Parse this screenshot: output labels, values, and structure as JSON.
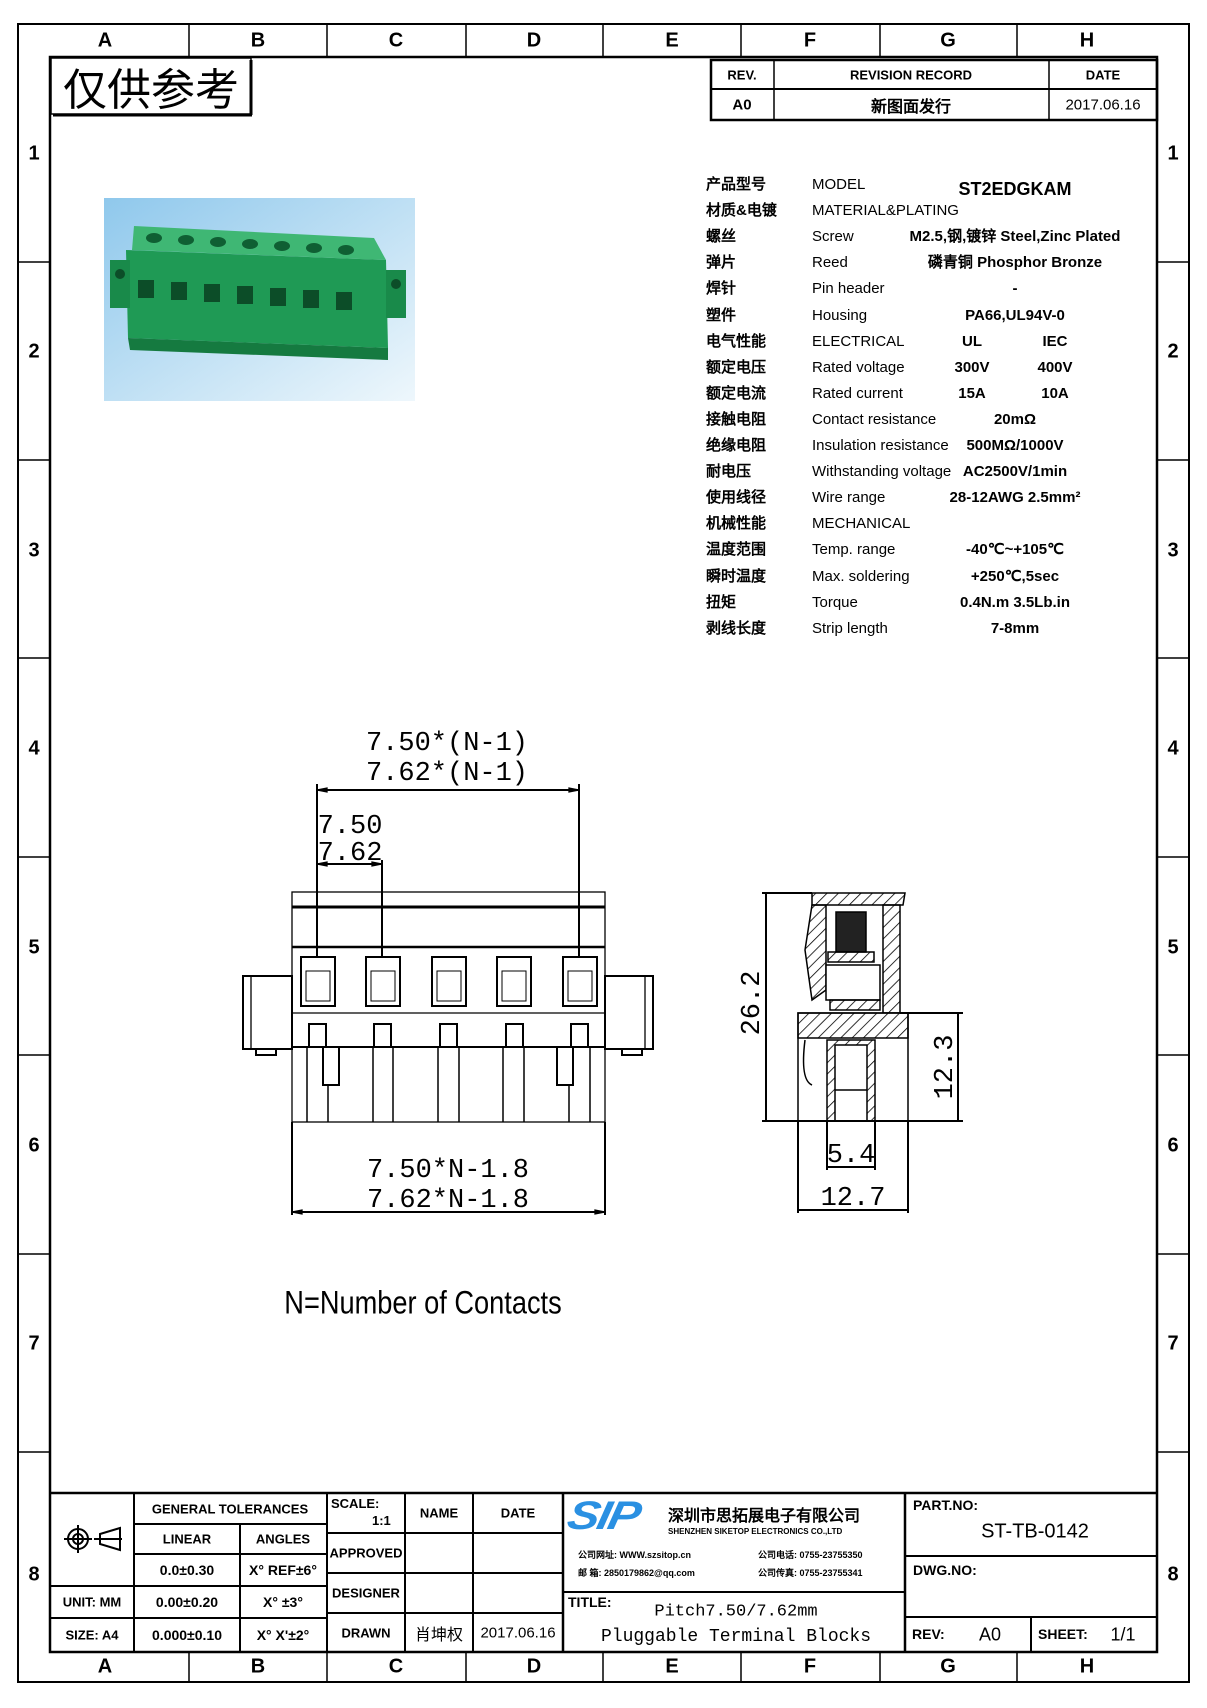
{
  "frame": {
    "columns": [
      "A",
      "B",
      "C",
      "D",
      "E",
      "F",
      "G",
      "H"
    ],
    "rows": [
      "1",
      "2",
      "3",
      "4",
      "5",
      "6",
      "7",
      "8"
    ]
  },
  "stamp": "仅供参考",
  "revision": {
    "headers": {
      "rev": "REV.",
      "record": "REVISION RECORD",
      "date": "DATE"
    },
    "entry": {
      "rev": "A0",
      "record": "新图面发行",
      "date": "2017.06.16"
    }
  },
  "specs": [
    {
      "cn": "产品型号",
      "en": "MODEL",
      "value": "ST2EDGKAM"
    },
    {
      "cn": "材质&电镀",
      "en": "MATERIAL&PLATING",
      "value": ""
    },
    {
      "cn": "螺丝",
      "en": "Screw",
      "value": "M2.5,钢,镀锌 Steel,Zinc Plated"
    },
    {
      "cn": "弹片",
      "en": "Reed",
      "value": "磷青铜 Phosphor Bronze"
    },
    {
      "cn": "焊针",
      "en": "Pin header",
      "value": "-"
    },
    {
      "cn": "塑件",
      "en": "Housing",
      "value": "PA66,UL94V-0"
    },
    {
      "cn": "电气性能",
      "en": "ELECTRICAL",
      "ul": "UL",
      "iec": "IEC"
    },
    {
      "cn": "额定电压",
      "en": "Rated voltage",
      "ul": "300V",
      "iec": "400V"
    },
    {
      "cn": "额定电流",
      "en": "Rated current",
      "ul": "15A",
      "iec": "10A"
    },
    {
      "cn": "接触电阻",
      "en": "Contact resistance",
      "value": "20mΩ"
    },
    {
      "cn": "绝缘电阻",
      "en": "Insulation resistance",
      "value": "500MΩ/1000V"
    },
    {
      "cn": "耐电压",
      "en": "Withstanding voltage",
      "value": "AC2500V/1min"
    },
    {
      "cn": "使用线径",
      "en": "Wire range",
      "value": "28-12AWG 2.5mm²"
    },
    {
      "cn": "机械性能",
      "en": "MECHANICAL",
      "value": ""
    },
    {
      "cn": "温度范围",
      "en": "Temp. range",
      "value": "-40℃~+105℃"
    },
    {
      "cn": "瞬时温度",
      "en": "Max. soldering",
      "value": "+250℃,5sec"
    },
    {
      "cn": "扭矩",
      "en": "Torque",
      "value": "0.4N.m 3.5Lb.in"
    },
    {
      "cn": "剥线长度",
      "en": "Strip length",
      "value": "7-8mm"
    }
  ],
  "drawing": {
    "pitch_total_1": "7.50*(N-1)",
    "pitch_total_2": "7.62*(N-1)",
    "pitch_1": "7.50",
    "pitch_2": "7.62",
    "length_1": "7.50*N-1.8",
    "length_2": "7.62*N-1.8",
    "height": "26.2",
    "lower_height": "12.3",
    "pin_width": "5.4",
    "depth": "12.7",
    "note": "N=Number of Contacts"
  },
  "title_block": {
    "general_tolerances": "GENERAL TOLERANCES",
    "linear": "LINEAR",
    "angles": "ANGLES",
    "lin_1": "0.0±0.30",
    "ang_1": "X° REF±6°",
    "lin_2": "0.00±0.20",
    "ang_2": "X° ±3°",
    "lin_3": "0.000±0.10",
    "ang_3": "X° X'±2°",
    "unit": "UNIT: MM",
    "size": "SIZE: A4",
    "scale_label": "SCALE:",
    "scale_value": "1:1",
    "name": "NAME",
    "date": "DATE",
    "approved": "APPROVED",
    "designer": "DESIGNER",
    "drawn": "DRAWN",
    "drawn_name": "肖坤权",
    "drawn_date": "2017.06.16",
    "logo": "SIP",
    "company_cn": "深圳市思拓展电子有限公司",
    "company_en": "SHENZHEN SIKETOP ELECTRONICS CO.,LTD",
    "web": "公司网址: WWW.szsitop.cn",
    "email": "邮  箱: 2850179862@qq.com",
    "phone": "公司电话: 0755-23755350",
    "fax": "公司传真: 0755-23755341",
    "title_label": "TITLE:",
    "title_1": "Pitch7.50/7.62mm",
    "title_2": "Pluggable Terminal Blocks",
    "part_no_label": "PART.NO:",
    "part_no": "ST-TB-0142",
    "dwg_no_label": "DWG.NO:",
    "rev_label": "REV:",
    "rev": "A0",
    "sheet_label": "SHEET:",
    "sheet": "1/1"
  },
  "colors": {
    "logo_blue": "#2a90e2",
    "product_green": "#1f9a55"
  }
}
